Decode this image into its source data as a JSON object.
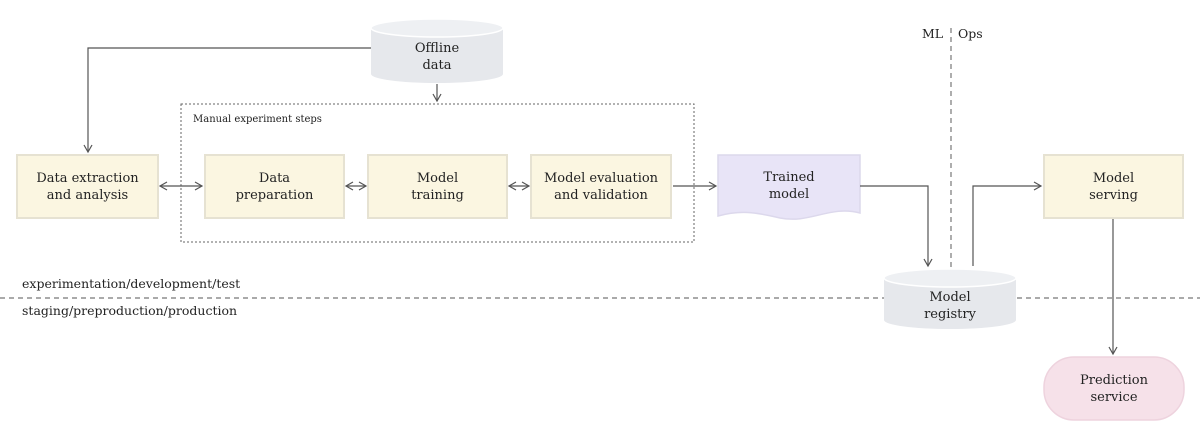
{
  "nodes": {
    "offline_data": "Offline\ndata",
    "data_extraction": "Data extraction\nand analysis",
    "data_preparation": "Data\npreparation",
    "model_training": "Model\ntraining",
    "model_evaluation": "Model evaluation\nand validation",
    "trained_model": "Trained\nmodel",
    "model_serving": "Model\nserving",
    "model_registry": "Model\nregistry",
    "prediction_service": "Prediction\nservice"
  },
  "labels": {
    "manual_steps": "Manual experiment steps",
    "ml": "ML",
    "ops": "Ops",
    "dev_zone": "experimentation/development/test",
    "prod_zone": "staging/preproduction/production"
  },
  "colors": {
    "process_box": "#fbf6e1",
    "artifact_box": "#e8e4f7",
    "prediction_service": "#f6e1e9",
    "datastore": "#e6e8ec"
  }
}
